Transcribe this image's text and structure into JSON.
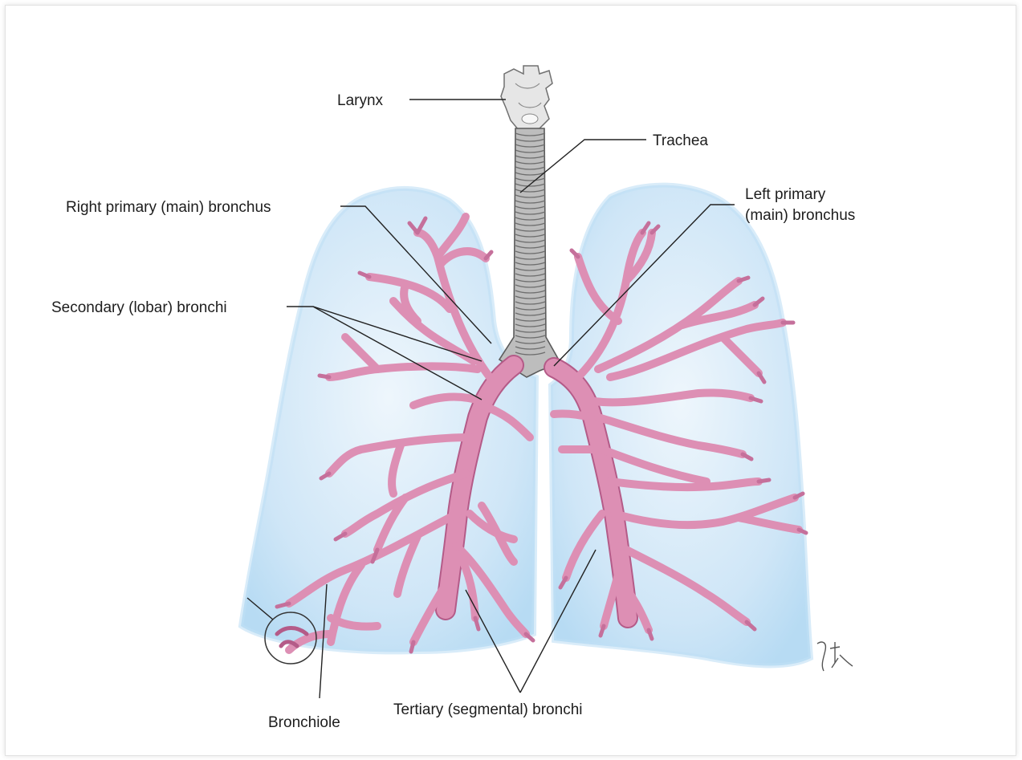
{
  "labels": {
    "larynx": "Larynx",
    "trachea": "Trachea",
    "right_primary": "Right primary (main) bronchus",
    "left_primary_1": "Left primary",
    "left_primary_2": "(main) bronchus",
    "secondary": "Secondary (lobar) bronchi",
    "bronchiole": "Bronchiole",
    "tertiary": "Tertiary (segmental) bronchi"
  },
  "colors": {
    "lung_fill": "#cfe6f7",
    "lung_edge": "#a9d2f0",
    "bronchus": "#dd8fb4",
    "bronchus_edge": "#8a3f66",
    "trachea": "#b9b9b9",
    "trachea_edge": "#5b5b5b",
    "text": "#1d1d1d"
  }
}
